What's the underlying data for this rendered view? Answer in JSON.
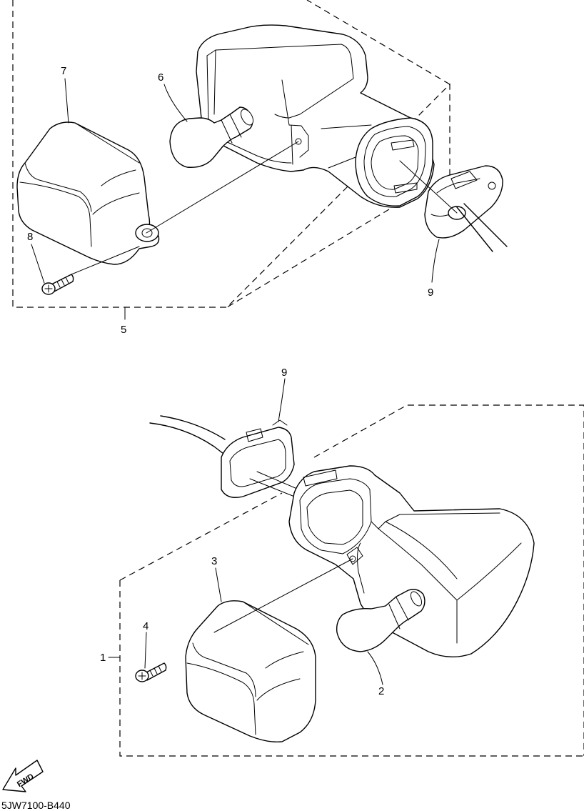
{
  "callouts": {
    "c1": "1",
    "c2": "2",
    "c3": "3",
    "c4": "4",
    "c5": "5",
    "c6": "6",
    "c7": "7",
    "c8": "8",
    "c9_top": "9",
    "c9_bottom": "9"
  },
  "fwd_label": "FWD",
  "diagram_code": "5JW7100-B440"
}
